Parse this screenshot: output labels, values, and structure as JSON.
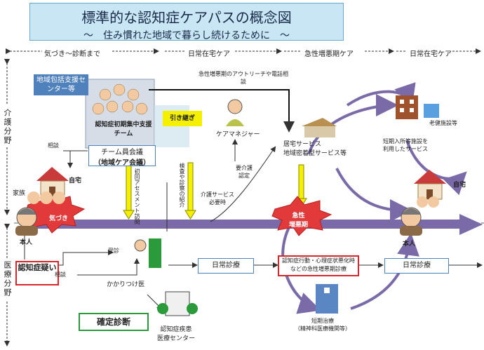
{
  "title": {
    "main": "標準的な認知症ケアパスの概念図",
    "sub": "〜　住み慣れた地域で暮らし続けるために　〜"
  },
  "phases": {
    "p1": "気づき〜診断まで",
    "p2": "日常在宅ケア",
    "p3": "急性増悪期ケア",
    "p4": "日常在宅ケア"
  },
  "sections": {
    "care": "介護分野",
    "medical": "医療分野"
  },
  "left": {
    "center": "地域包括支援センター等",
    "team": "認知症初期集中支援チーム",
    "meeting_line1": "チーム員会議",
    "meeting_line2": "（地域ケア会議）",
    "consult1": "相談",
    "family": "家族",
    "home": "自宅",
    "notice": "気づき",
    "person": "本人",
    "suspect": "認知症疑い",
    "consult2": "相談",
    "initial_visit": "初回アセスメント訪問",
    "handover": "引き継ぎ",
    "exam_intro": "検査や診察の紹介"
  },
  "middle": {
    "care_manager": "ケアマネジャー",
    "acute_outreach": "急性増悪期のアウトリーチや電話相談",
    "need_care_line1": "要介護",
    "need_care_line2": "認定",
    "need_service_line1": "介護サービス",
    "need_service_line2": "必要時",
    "consult_visit": "受診",
    "gp": "かかりつけ医",
    "daily_care1": "日常診療",
    "dementia_center_line1": "認知症疾患",
    "dementia_center_line2": "医療センター",
    "diagnosis": "確定診断"
  },
  "right": {
    "home_service_line1": "居宅サービス",
    "home_service_line2": "地域密着型サービス等",
    "acute_line1": "急性",
    "acute_line2": "増悪期",
    "elderly_facility": "老健施設等",
    "shortstay_line1": "短期入所等施設を",
    "shortstay_line2": "利用したサービス",
    "home2": "自宅",
    "person2": "本人",
    "bpsd_line1": "認知症行動・心理症状悪化時",
    "bpsd_line2": "などの急性増悪期診療",
    "daily_care2": "日常診療",
    "short_treat_line1": "短期治療",
    "short_treat_line2": "（精神科医療機関等）"
  },
  "colors": {
    "arrow_purple": "#7b6aa8",
    "title_bg": "#c9e6f4",
    "blue_box": "#4f81bd",
    "yellow": "#f4f000",
    "red": "#d9262b",
    "green": "#2a9a3a"
  }
}
